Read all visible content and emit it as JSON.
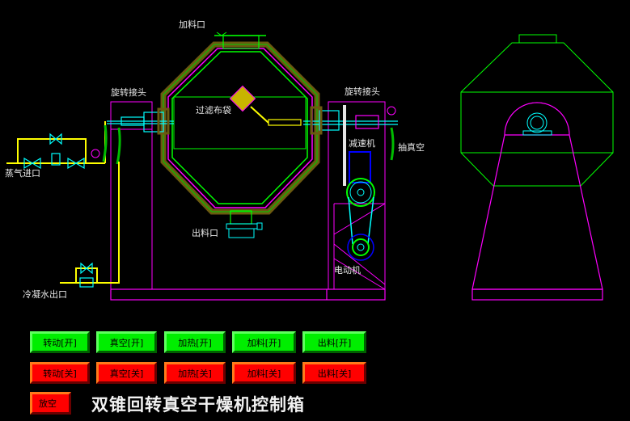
{
  "title": "双锥回转真空干燥机控制箱",
  "labels": {
    "feed_inlet": "加料口",
    "rotary_joint_left": "旋转接头",
    "rotary_joint_right": "旋转接头",
    "filter_bag": "过滤布袋",
    "steam_inlet": "蒸气进口",
    "vacuum": "抽真空",
    "reducer": "减速机",
    "discharge_outlet": "出料口",
    "motor": "电动机",
    "condensate_outlet": "冷凝水出口"
  },
  "buttons": {
    "on": [
      {
        "id": "rotate-on",
        "label": "转动[开]"
      },
      {
        "id": "vacuum-on",
        "label": "真空[开]"
      },
      {
        "id": "heat-on",
        "label": "加热[开]"
      },
      {
        "id": "feed-on",
        "label": "加料[开]"
      },
      {
        "id": "discharge-on",
        "label": "出料[开]"
      }
    ],
    "off": [
      {
        "id": "rotate-off",
        "label": "转动[关]"
      },
      {
        "id": "vacuum-off",
        "label": "真空[关]"
      },
      {
        "id": "heat-off",
        "label": "加热[关]"
      },
      {
        "id": "feed-off",
        "label": "加料[关]"
      },
      {
        "id": "discharge-off",
        "label": "出料[关]"
      }
    ],
    "vent": {
      "label": "放空"
    }
  },
  "colors": {
    "on_button": "#00ee00",
    "off_button": "#ff0000",
    "vessel": "#00ff00",
    "frame": "#ff00ff",
    "pipe": "#ffff00",
    "fitting": "#00ffff",
    "motor": "#0000ff"
  }
}
